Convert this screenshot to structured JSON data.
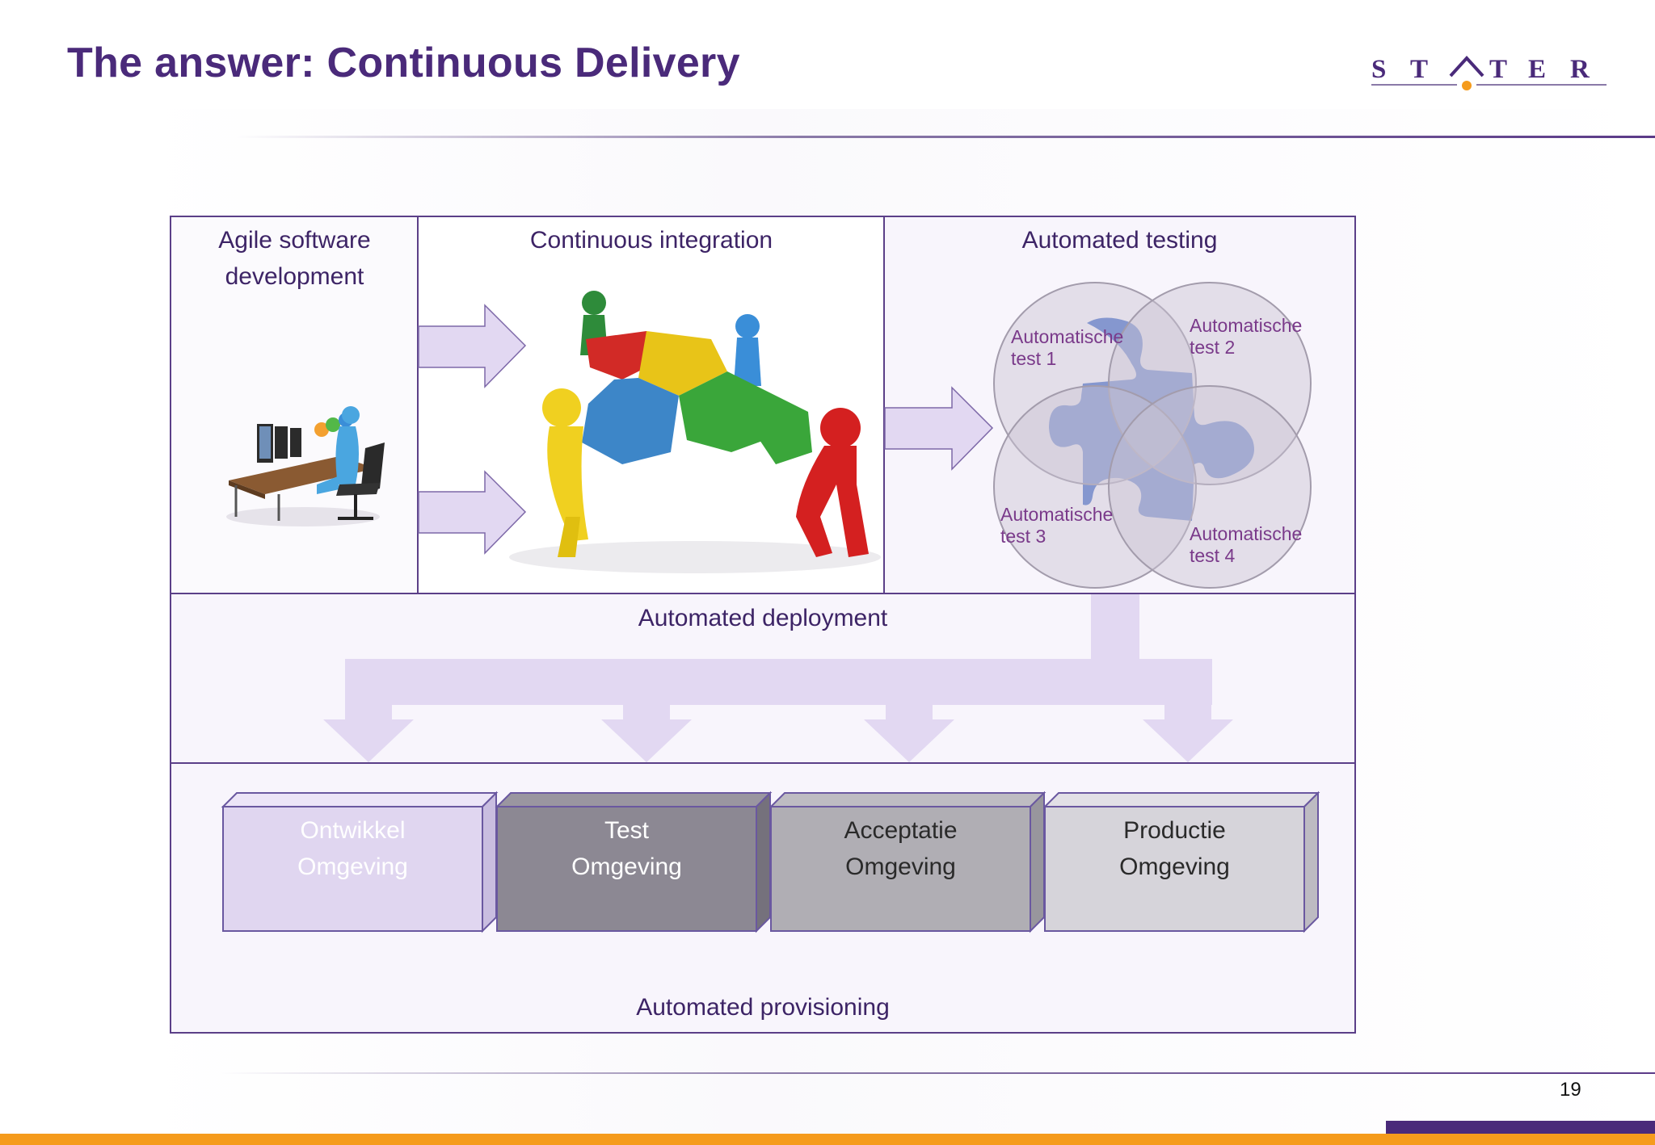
{
  "slide": {
    "title": "The answer: Continuous Delivery",
    "logo_text": "STATER",
    "page_number": "19"
  },
  "colors": {
    "title": "#4a2a7a",
    "frame": "#5b3f88",
    "arrow_fill": "#e2d8f2",
    "accent_orange": "#f59b1c",
    "env_ontwikkel": "#e0d6f0",
    "env_test": "#8c8893",
    "env_acceptatie": "#b0aeb4",
    "env_productie": "#d6d4da"
  },
  "sections": {
    "agile": "Agile software development",
    "ci": "Continuous integration",
    "testing": "Automated testing",
    "deployment": "Automated deployment",
    "provisioning": "Automated provisioning"
  },
  "tests": [
    "Automatische test 1",
    "Automatische test 2",
    "Automatische test 3",
    "Automatische test 4"
  ],
  "environments": [
    {
      "line1": "Ontwikkel",
      "line2": "Omgeving"
    },
    {
      "line1": "Test",
      "line2": "Omgeving"
    },
    {
      "line1": "Acceptatie",
      "line2": "Omgeving"
    },
    {
      "line1": "Productie",
      "line2": "Omgeving"
    }
  ],
  "illustrations": {
    "agile": "developers-at-desks-icon",
    "ci": "team-assembling-puzzle-icon",
    "testing": "blue-puzzle-piece-icon"
  }
}
